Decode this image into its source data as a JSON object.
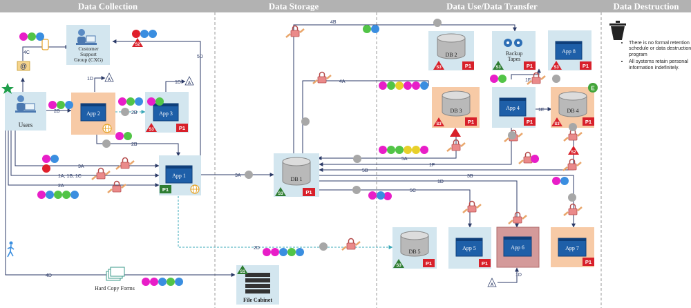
{
  "sections": {
    "collection": "Data Collection",
    "storage": "Data Storage",
    "use": "Data Use/Data Transfer",
    "destruction": "Data Destruction"
  },
  "destruction_notes": [
    "There is no formal retention schedule or data destruction program",
    "All systems retain personal information indefinitely."
  ],
  "actors": {
    "users": "Users",
    "cxg": [
      "Customer",
      "Support",
      "Group (CXG)"
    ],
    "hard_copy": "Hard Copy Forms",
    "file_cabinet": "File Cabinet",
    "backup": [
      "Backup",
      "Tapes"
    ]
  },
  "apps": {
    "app1": "App 1",
    "app2": "App 2",
    "app3": "App 3",
    "app4": "App 4",
    "app5": "App 5",
    "app6": "App 6",
    "app7": "App 7",
    "app8": "App 8"
  },
  "dbs": {
    "db1": "DB 1",
    "db2": "DB 2",
    "db3": "DB 3",
    "db4": "DB 4",
    "db5": "DB 5"
  },
  "flows": {
    "f4c": "4C",
    "f5d": "5D",
    "f1d_a": "1D",
    "f1d_b": "1D",
    "f1d_c": "1D",
    "f2b_a": "2B",
    "f2b_b": "2B",
    "f2b_c": "2B",
    "f3a_a": "3A",
    "f3a_b": "3A",
    "f3a_c": "3A",
    "f1abc": "1A, 1B, 1C",
    "f2a": "2A",
    "f2d": "2D",
    "f4d": "4D",
    "f4a": "4A",
    "f4b": "4B",
    "f5a": "5A",
    "f5b": "5B",
    "f5c": "5C",
    "f1f_a": "1F",
    "f1f_b": "1F",
    "f1e": "1E",
    "f3b": "3B"
  },
  "tags": {
    "p1": "P1",
    "s3": "S3",
    "s2": "S2",
    "s1": "S1",
    "a": "A",
    "e": "E"
  },
  "colors": {
    "magenta": "#e81ec8",
    "green": "#52c447",
    "blue": "#3a8ee0",
    "red": "#e01f2b",
    "yellow": "#e8d02a",
    "gray": "#a7a7a7",
    "header": "#b2b2b2",
    "app_blue": "#1e5fa8",
    "box_teal": "#d3e6ef",
    "box_orange": "#f7caa6",
    "box_pink": "#d49a9a",
    "arrow": "#2b3a67",
    "tag_red": "#d8202a",
    "tag_green": "#2e7d32"
  }
}
